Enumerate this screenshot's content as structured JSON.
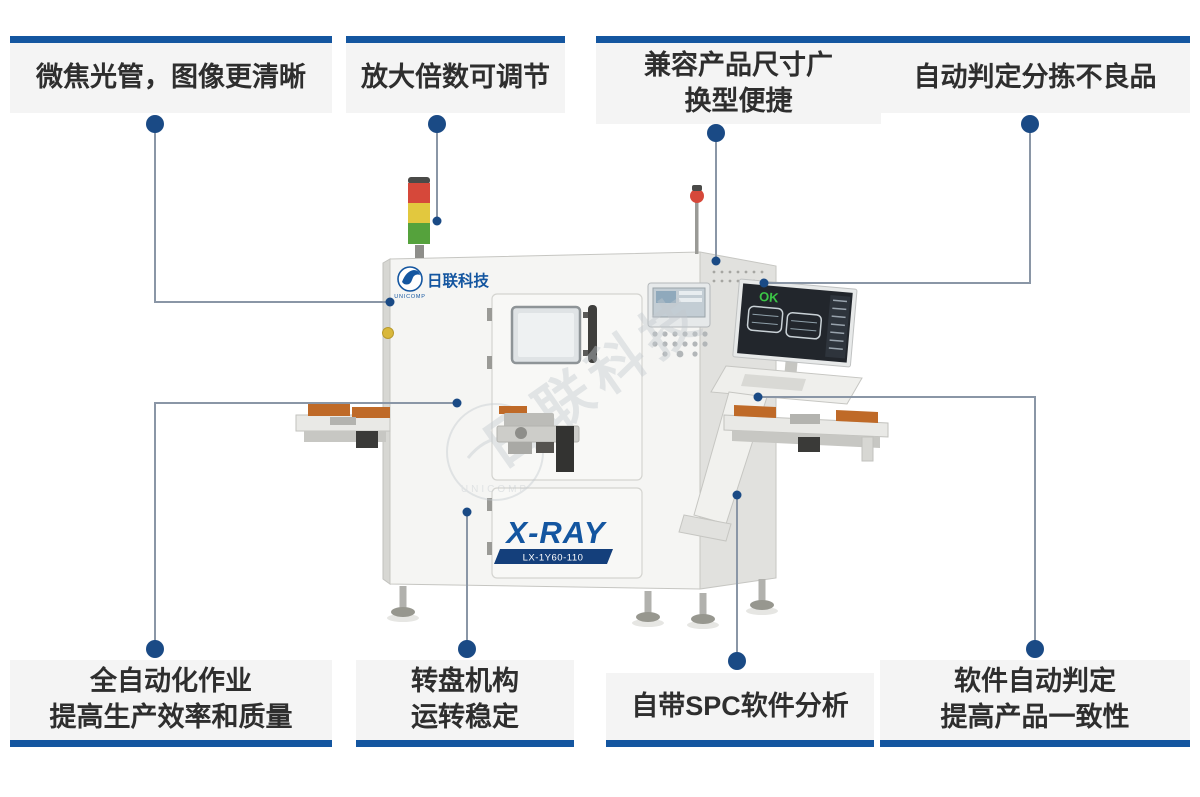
{
  "colors": {
    "accent_blue": "#1456a0",
    "dot_blue": "#1a4a85",
    "connector_gray": "#8a96a6",
    "callout_bg": "#f4f4f4",
    "fixture_orange": "#bf6a28",
    "status_ok_green": "#3bc546"
  },
  "callouts": {
    "top": [
      {
        "lines": [
          "微焦光管，图像更清晰"
        ]
      },
      {
        "lines": [
          "放大倍数可调节"
        ]
      },
      {
        "lines": [
          "兼容产品尺寸广",
          "换型便捷"
        ]
      },
      {
        "lines": [
          "自动判定分拣不良品"
        ]
      }
    ],
    "bottom": [
      {
        "lines": [
          "全自动化作业",
          "提高生产效率和质量"
        ]
      },
      {
        "lines": [
          "转盘机构",
          "运转稳定"
        ]
      },
      {
        "lines": [
          "自带SPC软件分析"
        ]
      },
      {
        "lines": [
          "软件自动判定",
          "提高产品一致性"
        ]
      }
    ]
  },
  "machine": {
    "brand": "日联科技",
    "brand_en": "UNICOMP",
    "model_title": "X-RAY",
    "model_number": "LX-1Y60-110",
    "monitor_status": "OK",
    "watermark": "日联科技",
    "watermark_en": "UNICOMP"
  }
}
